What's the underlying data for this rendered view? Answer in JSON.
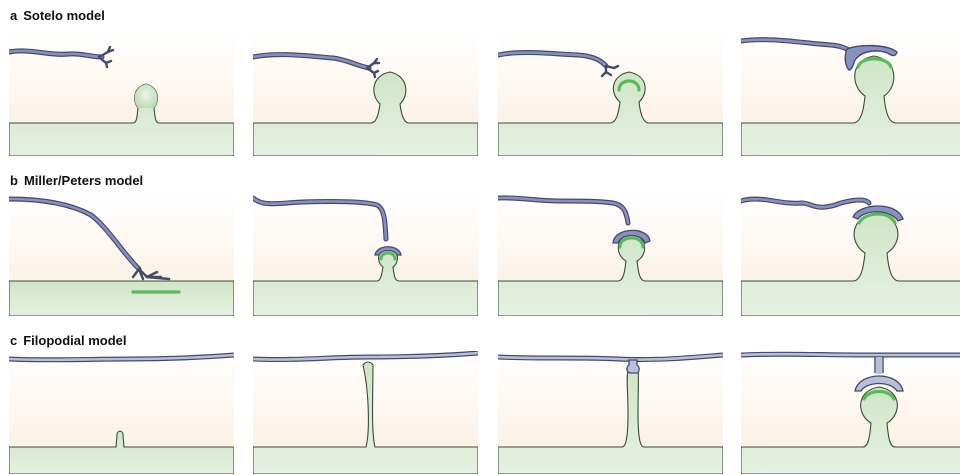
{
  "rows": [
    {
      "letter": "a",
      "title": "Sotelo model"
    },
    {
      "letter": "b",
      "title": "Miller/Peters model"
    },
    {
      "letter": "c",
      "title": "Filopodial model"
    }
  ],
  "colors": {
    "background_warm": "#fcf3e8",
    "dendrite_fill": "#c9e3c2",
    "dendrite_line": "#3b4a3b",
    "axon_fill": "#7f88b3",
    "axon_line": "#434a6a",
    "psd": "#5cb85c"
  }
}
